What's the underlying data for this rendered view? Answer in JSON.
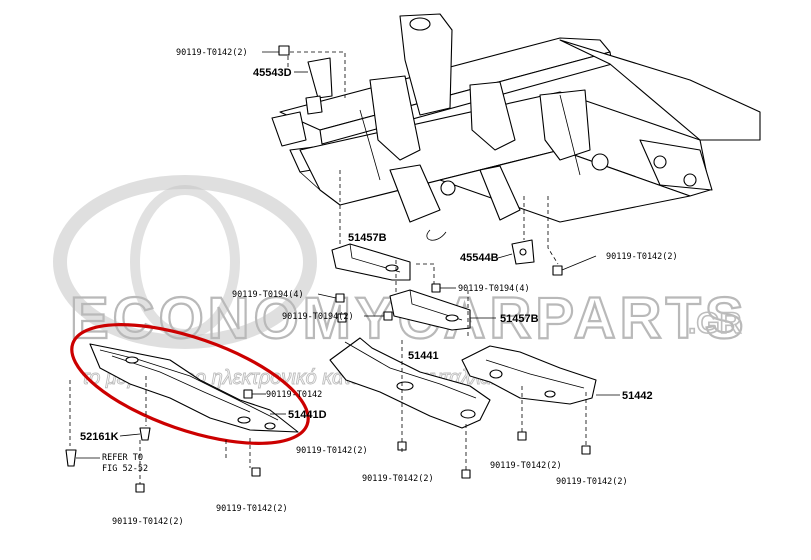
{
  "labels": {
    "bolt_top": "90119-T0142(2)",
    "bracket_45543D": "45543D",
    "bracket_51457B_top": "51457B",
    "bracket_45544B": "45544B",
    "bolt_right_top": "90119-T0142(2)",
    "bolt_t0194_left": "90119-T0194(4)",
    "bolt_t0194_right": "90119-T0194(4)",
    "bolt_left_mid": "90119-T0194(2)",
    "bracket_51457B_bottom": "51457B",
    "cover_51441": "51441",
    "cover_51442": "51442",
    "bolt_under_left_panel": "90119-T0142",
    "cover_51441D": "51441D",
    "clip_52161K": "52161K",
    "refer_line1": "REFER TO",
    "refer_line2": "FIG 52-52",
    "bolt_bottom_left": "90119-T0142(2)",
    "bolt_bottom_mid": "90119-T0142(2)",
    "bolt_center_low": "90119-T0142(2)",
    "bolt_center_bottom": "90119-T0142(2)",
    "bolt_right_low": "90119-T0142(2)",
    "bolt_right_bottom": "90119-T0142(2)"
  },
  "watermark": {
    "main": "ECONOMYCARPARTS",
    "suffix": ".GR",
    "tagline": "το μεγαλύτερο ηλεκτρονικό κατάστημα ανταλλακτικών"
  },
  "colors": {
    "line": "#000000",
    "highlight": "#cc0000",
    "watermark": "#b9b9b9"
  }
}
